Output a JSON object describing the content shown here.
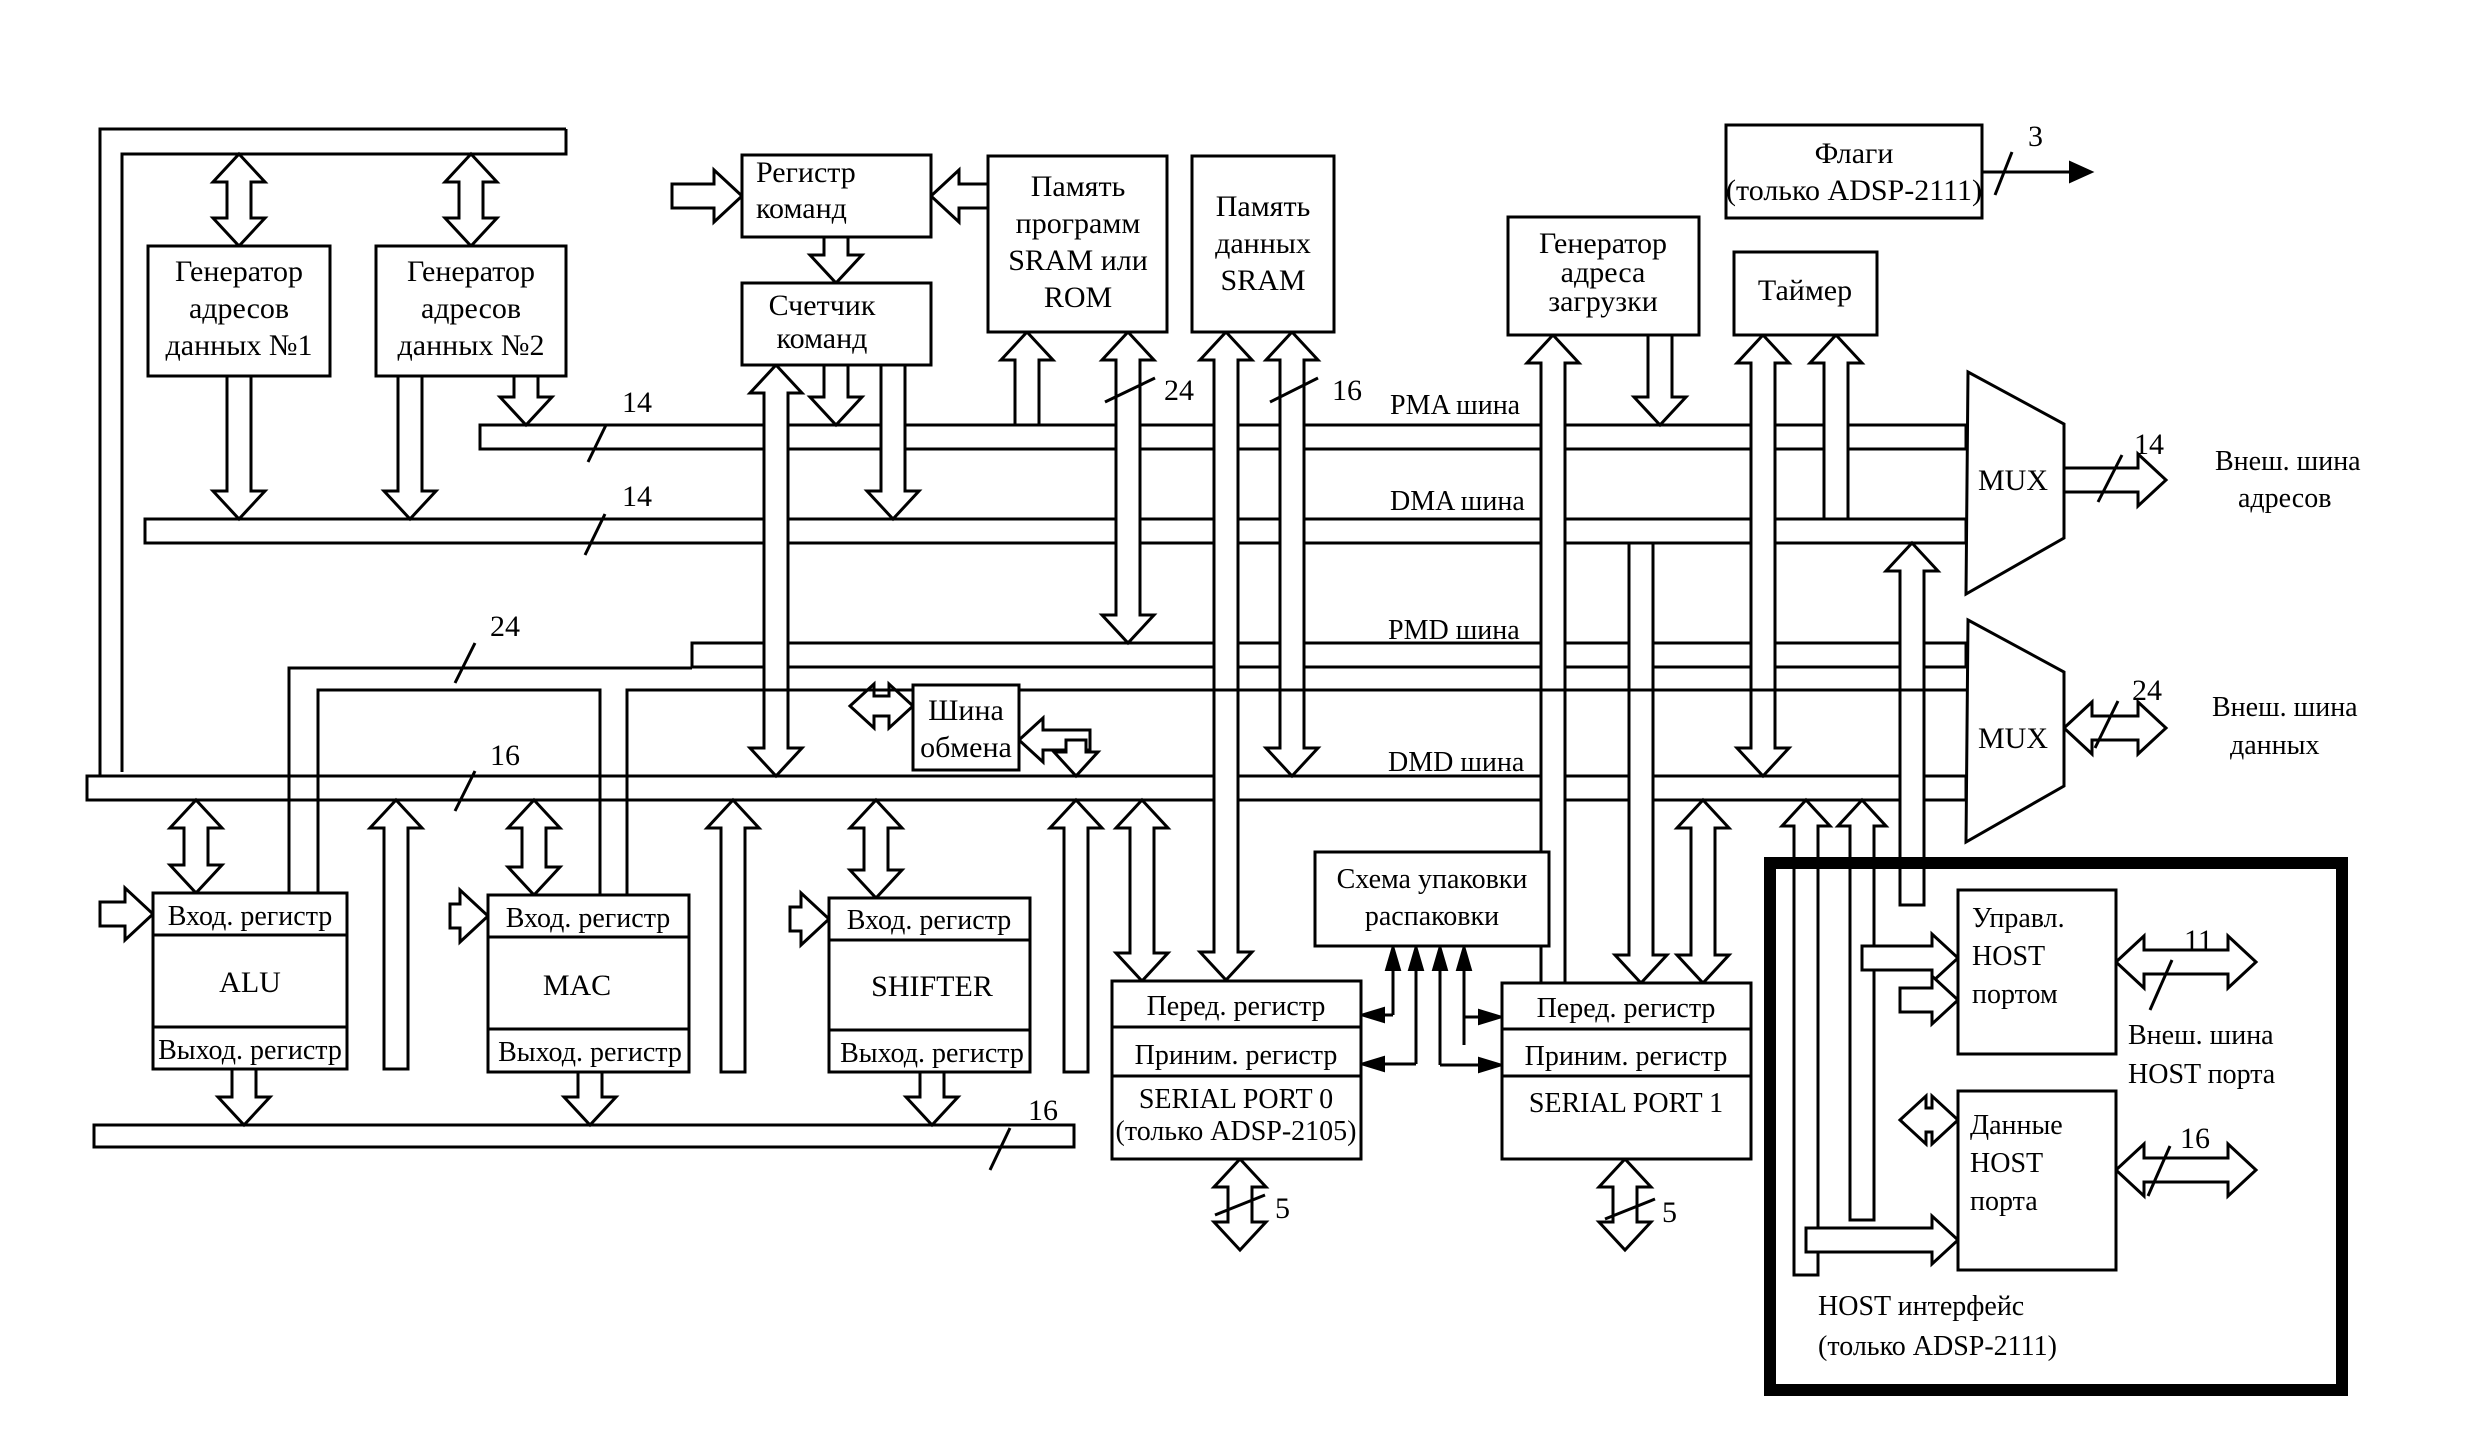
{
  "diagram": {
    "description": "ADSP-2100 family processor block diagram",
    "blocks": {
      "dag1": [
        "Генератор",
        "адресов",
        "данных №1"
      ],
      "dag2": [
        "Генератор",
        "адресов",
        "данных №2"
      ],
      "instr_reg": [
        "Регистр",
        "команд"
      ],
      "pc": [
        "Счетчик",
        "команд"
      ],
      "prog_mem": [
        "Память",
        "программ",
        "SRAM  или",
        "ROM"
      ],
      "data_mem": [
        "Память",
        "данных",
        "SRAM"
      ],
      "boot_gen": [
        "Генератор",
        "адреса",
        "загрузки"
      ],
      "timer": [
        "Таймер"
      ],
      "flags": [
        "Флаги",
        "(только ADSP-2111)"
      ],
      "mux_addr": "MUX",
      "mux_data": "MUX",
      "exchange_bus": [
        "Шина",
        "обмена"
      ],
      "alu": {
        "in": "Вход. регистр",
        "name": "ALU",
        "out": "Выход. регистр"
      },
      "mac": {
        "in": "Вход. регистр",
        "name": "MAC",
        "out": "Выход. регистр"
      },
      "shifter": {
        "in": "Вход. регистр",
        "name": "SHIFTER",
        "out": "Выход. регистр"
      },
      "packing": [
        "Схема упаковки",
        "распаковки"
      ],
      "sport0": {
        "tx": "Перед. регистр",
        "rx": "Приним. регистр",
        "name": "SERIAL PORT 0",
        "note": "(только ADSP-2105)"
      },
      "sport1": {
        "tx": "Перед. регистр",
        "rx": "Приним. регистр",
        "name": "SERIAL PORT 1"
      },
      "host_ctrl": [
        "Управл.",
        "HOST",
        "портом"
      ],
      "host_data": [
        "Данные",
        "HOST",
        "порта"
      ],
      "host_iface": [
        "HOST интерфейс",
        "(только ADSP-2111)"
      ]
    },
    "buses": {
      "pma": "PMA шина",
      "dma": "DMA шина",
      "pmd": "PMD шина",
      "dmd": "DMD шина"
    },
    "external": {
      "addr_bus": [
        "Внеш. шина",
        "адресов"
      ],
      "data_bus": [
        "Внеш. шина",
        "данных"
      ],
      "host_bus": [
        "Внеш. шина",
        "HOST порта"
      ]
    },
    "widths": {
      "pma_14": "14",
      "dma_14": "14",
      "pm_24": "24",
      "dm_16": "16",
      "pmd_24": "24",
      "dmd_16": "16",
      "result_16": "16",
      "flags_3": "3",
      "ext_addr_14": "14",
      "ext_data_24": "24",
      "host_ctrl_11": "11",
      "host_data_16": "16",
      "sport0_5": "5",
      "sport1_5": "5"
    }
  }
}
